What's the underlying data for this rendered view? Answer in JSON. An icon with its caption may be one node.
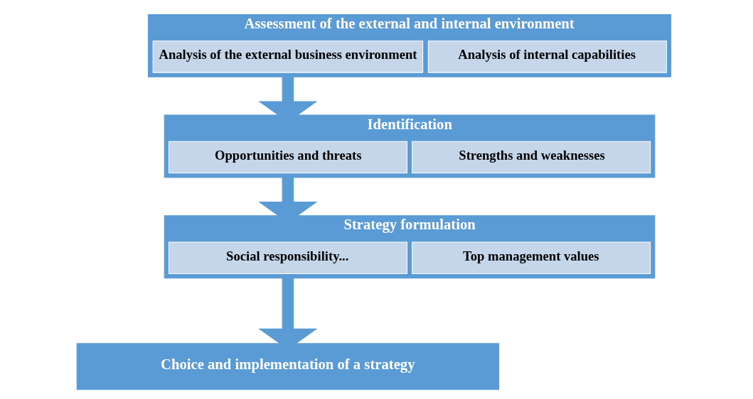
{
  "diagram": {
    "nodes": [
      {
        "text": [
          "Assessment of the external and internal environment"
        ]
      },
      {
        "text": [
          "Analysis of the external business environment"
        ],
        "in": 0
      },
      {
        "text": [
          "Analysis of internal capabilities"
        ],
        "in": 0
      },
      {
        "text": [
          "Identification"
        ]
      },
      {
        "text": [
          "Opportunities and threats"
        ],
        "in": 3
      },
      {
        "text": [
          "Strengths and weaknesses"
        ],
        "in": 3
      },
      {
        "text": [
          "Strategy formulation"
        ]
      },
      {
        "text": [
          "Social responsibility..."
        ],
        "in": 6
      },
      {
        "text": [
          "Top management values"
        ],
        "in": 6
      },
      {
        "text": [
          "Choice and implementation of a strategy"
        ]
      }
    ],
    "edges": [
      {
        "from": 0,
        "to": 3,
        "arrow": "to"
      },
      {
        "from": 3,
        "to": 6,
        "arrow": "to"
      },
      {
        "from": 6,
        "to": 9,
        "arrow": "to"
      }
    ]
  }
}
